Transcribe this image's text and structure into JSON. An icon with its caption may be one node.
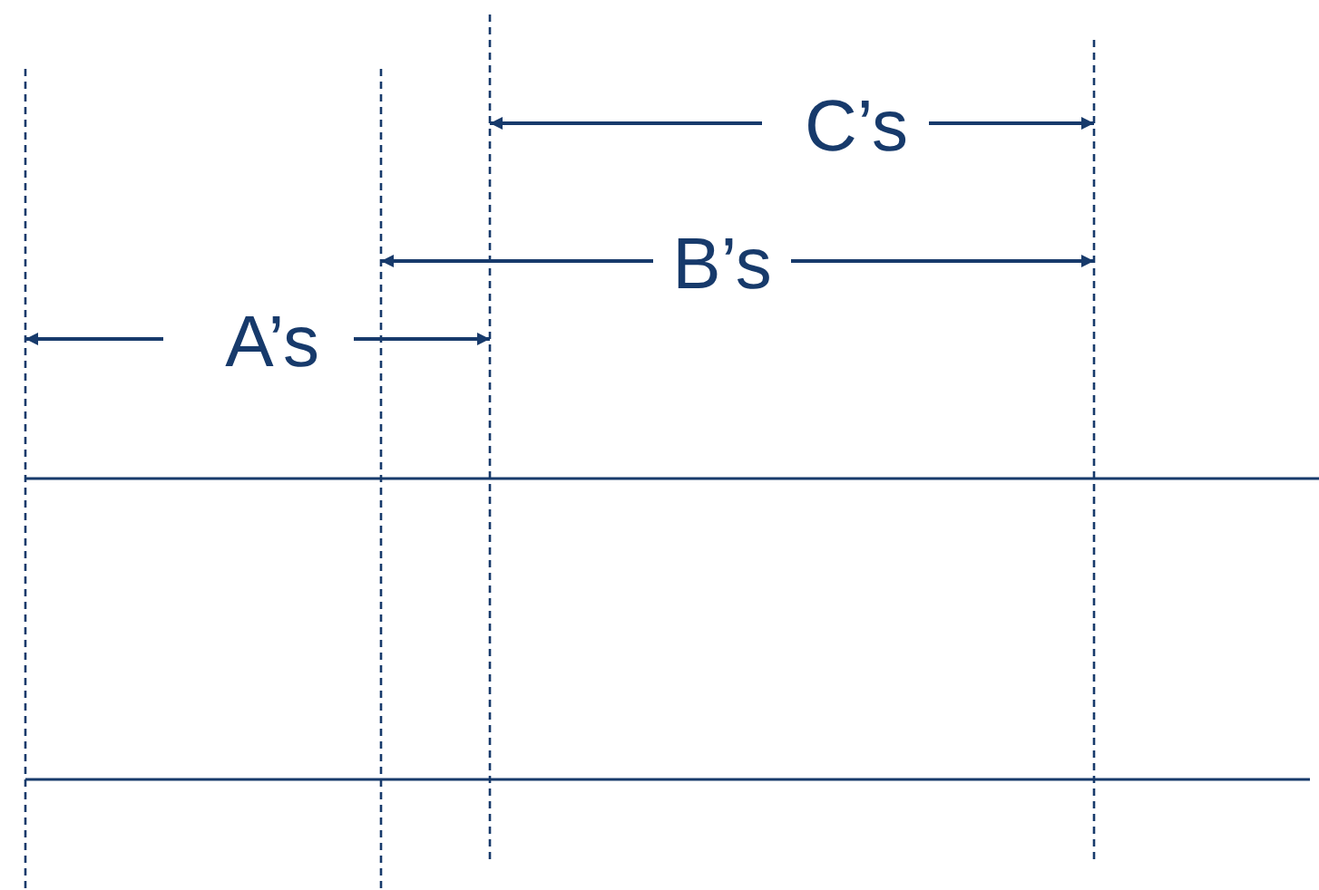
{
  "diagram": {
    "labels": [
      "C’s",
      "B’s",
      "A’s"
    ]
  }
}
